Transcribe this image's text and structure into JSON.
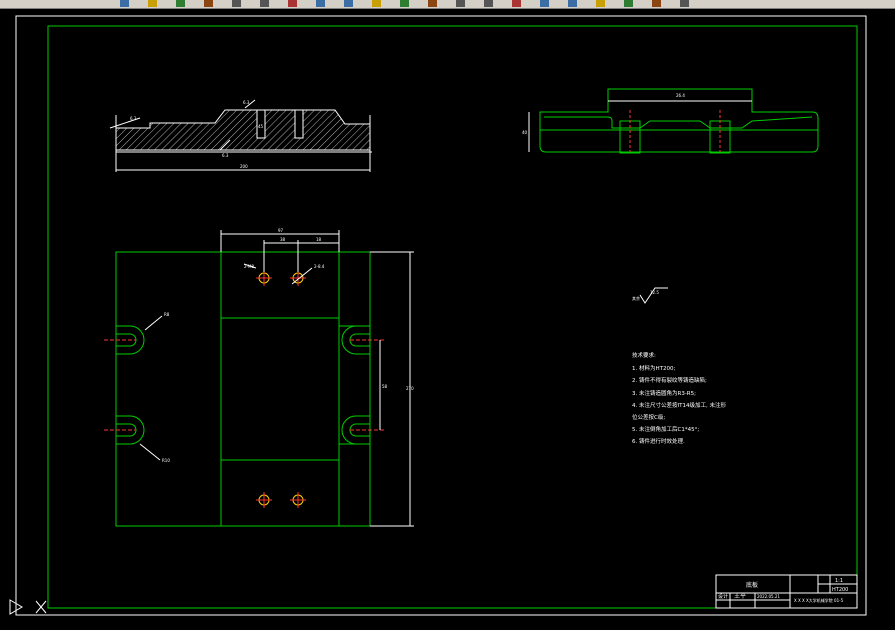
{
  "toolbar": {
    "buttons": [
      "new-icon",
      "open-icon",
      "save-icon",
      "print-icon",
      "undo-icon",
      "redo-icon",
      "cut-icon",
      "copy-icon",
      "paste-icon",
      "match-icon",
      "pan-icon",
      "zoom-icon",
      "zoom-window-icon",
      "zoom-previous-icon",
      "properties-icon",
      "design-center-icon",
      "tool-palette-icon",
      "calculator-icon",
      "help-icon",
      "layer-icon",
      "color-icon"
    ]
  },
  "drawing": {
    "top_view_dims": {
      "depth_right": "45",
      "depth_left": "6.3",
      "roughness_top": "6.3",
      "roughness_bottom": "6.3",
      "overall_length": "200"
    },
    "side_view_dims": {
      "width": "26.4",
      "height": "40"
    },
    "plan_view_dims": {
      "top_width": "97",
      "slot_span": "38",
      "slot_right": "18",
      "hole_left": "2-M8",
      "hole_right": "2-8.4",
      "radius_top": "R8",
      "radius_bottom": "R10",
      "inner_height": "58",
      "overall_height": "270"
    },
    "surface_finish": "12.5",
    "tech_requirements": {
      "heading": "技术要求:",
      "items": [
        "1. 材料为HT200;",
        "2. 铸件不得有裂纹等铸造缺陷;",
        "3. 未注铸造圆角为R3-R5;",
        "4. 未注尺寸公差按IT14级加工, 未注形",
        "   位公差按C级;",
        "5. 未注倒角加工后C1*45°;",
        "6. 铸件进行时效处理."
      ]
    },
    "title_block": {
      "part_name": "底板",
      "scale": "1:1",
      "material": "HT200",
      "designer_label": "设计",
      "designer_name": "王平",
      "date": "2022.05.21",
      "school": "X X X X大学机械学院 01-5"
    }
  }
}
